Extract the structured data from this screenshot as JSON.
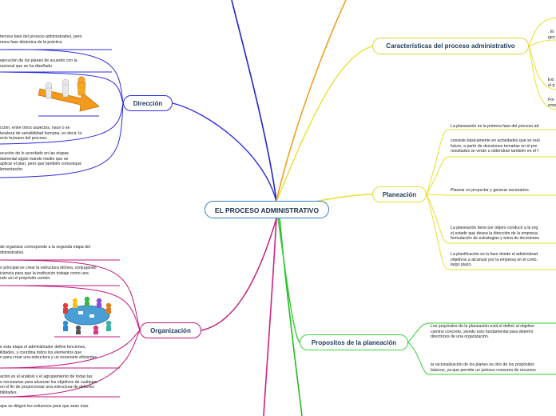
{
  "center": "EL PROCESO ADMINISTRATIVO",
  "branches": {
    "direccion": {
      "title": "Dirección",
      "notes": [
        "tercera fase del proceso administrativo, pero\nmera fase dinámica de la práctica",
        "ejecución de los planes de acuerdo con la\nracional que se ha diseñado.",
        "cción, entre otros aspectos, nace o se\nturaleza de sensibilidad humana, es decir, la\necto humano del proceso.",
        "ecución de lo acordado en las etapas\ndamental algún mando medio que se\naplicar el plan, pero que también comunique\nlementación."
      ]
    },
    "organizacion": {
      "title": "Organización",
      "notes": [
        "de organizar corresponde a la segunda etapa del\ndministrativo.",
        "o principal es crear la estructura idónea, conjugando\niciencia para que la institución trabaje como una\nndo así el propósito común.",
        "e esta etapa el administrador define funciones,\nilidades, y coordina todos los elementos que\nn para crear una estructura y un escenario eficientes",
        "ación es el análisis y el agrupamiento de todas las\ne necesarias para alcanzar los objetivos de cualquier\non el fin de proporcionar una estructura de deberes\nbilidades.",
        "apa se dirigen los esfuerzos para que sean más"
      ]
    },
    "caracteristicas": {
      "title": "Características del proceso administrativo",
      "notes": [
        ". El\ngen",
        "Exi\nel p",
        "For\nemp"
      ]
    },
    "planeacion": {
      "title": "Planeación",
      "notes": [
        "La planeación es la primera fase del proceso ad",
        "consiste básicamente en actividades que se real\nfuturo, a partir de decisiones tomadas en el pre\nresultados se verán u obtendrán también en el f",
        "Planear es proyectar y generar escenarios.",
        "La planeación tiene por objeto conducir a la org\nel estado que desea la dirección de la empresa,\nformulación de estrategias y toma de decisiones",
        "La planificación es la fase donde el administrad\nobjetivos a alcanzar por la empresa en el corto,\nlargo plazo."
      ]
    },
    "propositos": {
      "title": "Propositos de la planeación",
      "notes": [
        "Los propósitos de la planeación está el definir al objetivo\ncamino concreto, siendo esto fundamental para determi\ndirectrices de una organización.",
        "la racionalización de los planes es otro de los propósitos\nbásicos, ya que permite un juicioso consumo de recursos"
      ]
    }
  },
  "colors": {
    "direccion": "#2c2ce0",
    "organizacion": "#c2187b",
    "caracteristicas": "#e6e02e",
    "planeacion": "#e6e02e",
    "propositos": "#33cc33",
    "top_blue": "#2222cc",
    "top_orange": "#f0a020",
    "bottom_pink": "#d0207f",
    "bottom_green": "#22bb22",
    "center_border": "#2f7fbd"
  }
}
